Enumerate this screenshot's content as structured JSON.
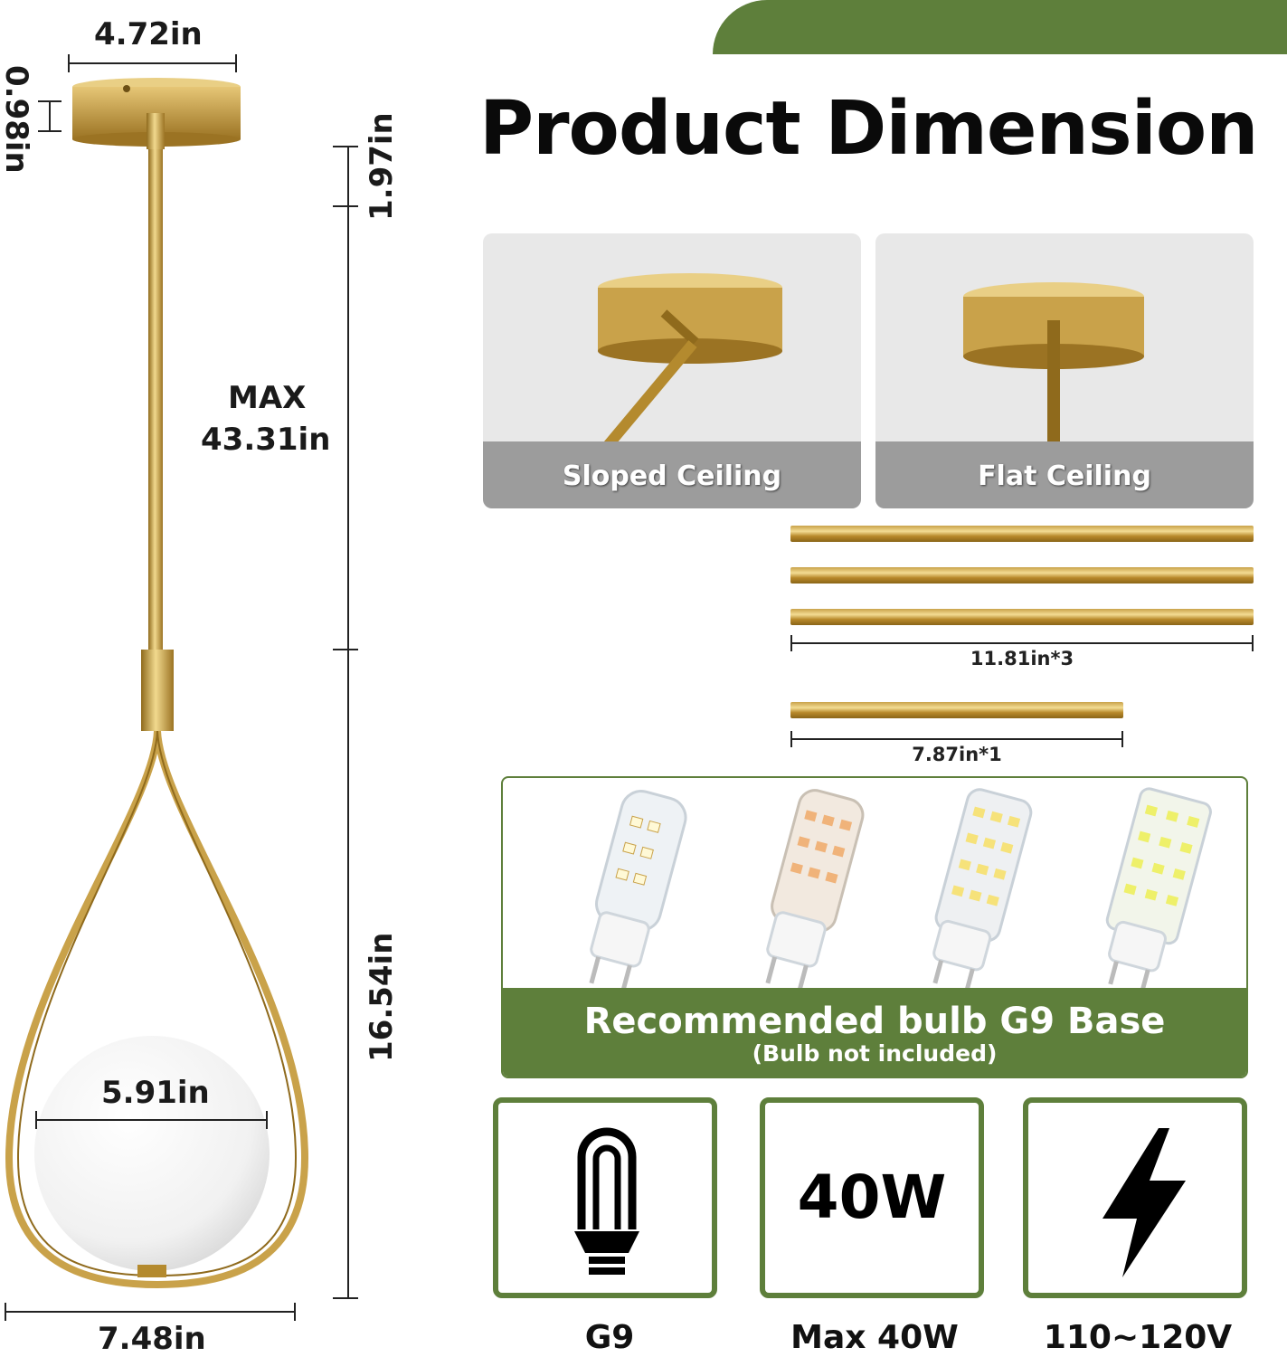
{
  "header": {
    "title": "Product Dimension"
  },
  "fixture": {
    "canopy_width": "4.72in",
    "canopy_height": "0.98in",
    "stem_top": "1.97in",
    "max_height_line1": "MAX",
    "max_height_line2": "43.31in",
    "body_height": "16.54in",
    "globe_diameter": "5.91in",
    "overall_width": "7.48in"
  },
  "ceiling_options": [
    {
      "label": "Sloped Ceiling"
    },
    {
      "label": "Flat Ceiling"
    }
  ],
  "rods": {
    "long_caption": "11.81in*3",
    "short_caption": "7.87in*1"
  },
  "bulb": {
    "title": "Recommended bulb G9 Base",
    "subtitle": "(Bulb not included)"
  },
  "specs": [
    {
      "icon": "g9-bulb-icon",
      "caption": "G9"
    },
    {
      "icon_text": "40W",
      "caption": "Max 40W"
    },
    {
      "icon": "lightning-bolt-icon",
      "caption": "110~120V"
    }
  ],
  "colors": {
    "accent_green": "#5e7f3b",
    "brass": "#c9a24a"
  }
}
